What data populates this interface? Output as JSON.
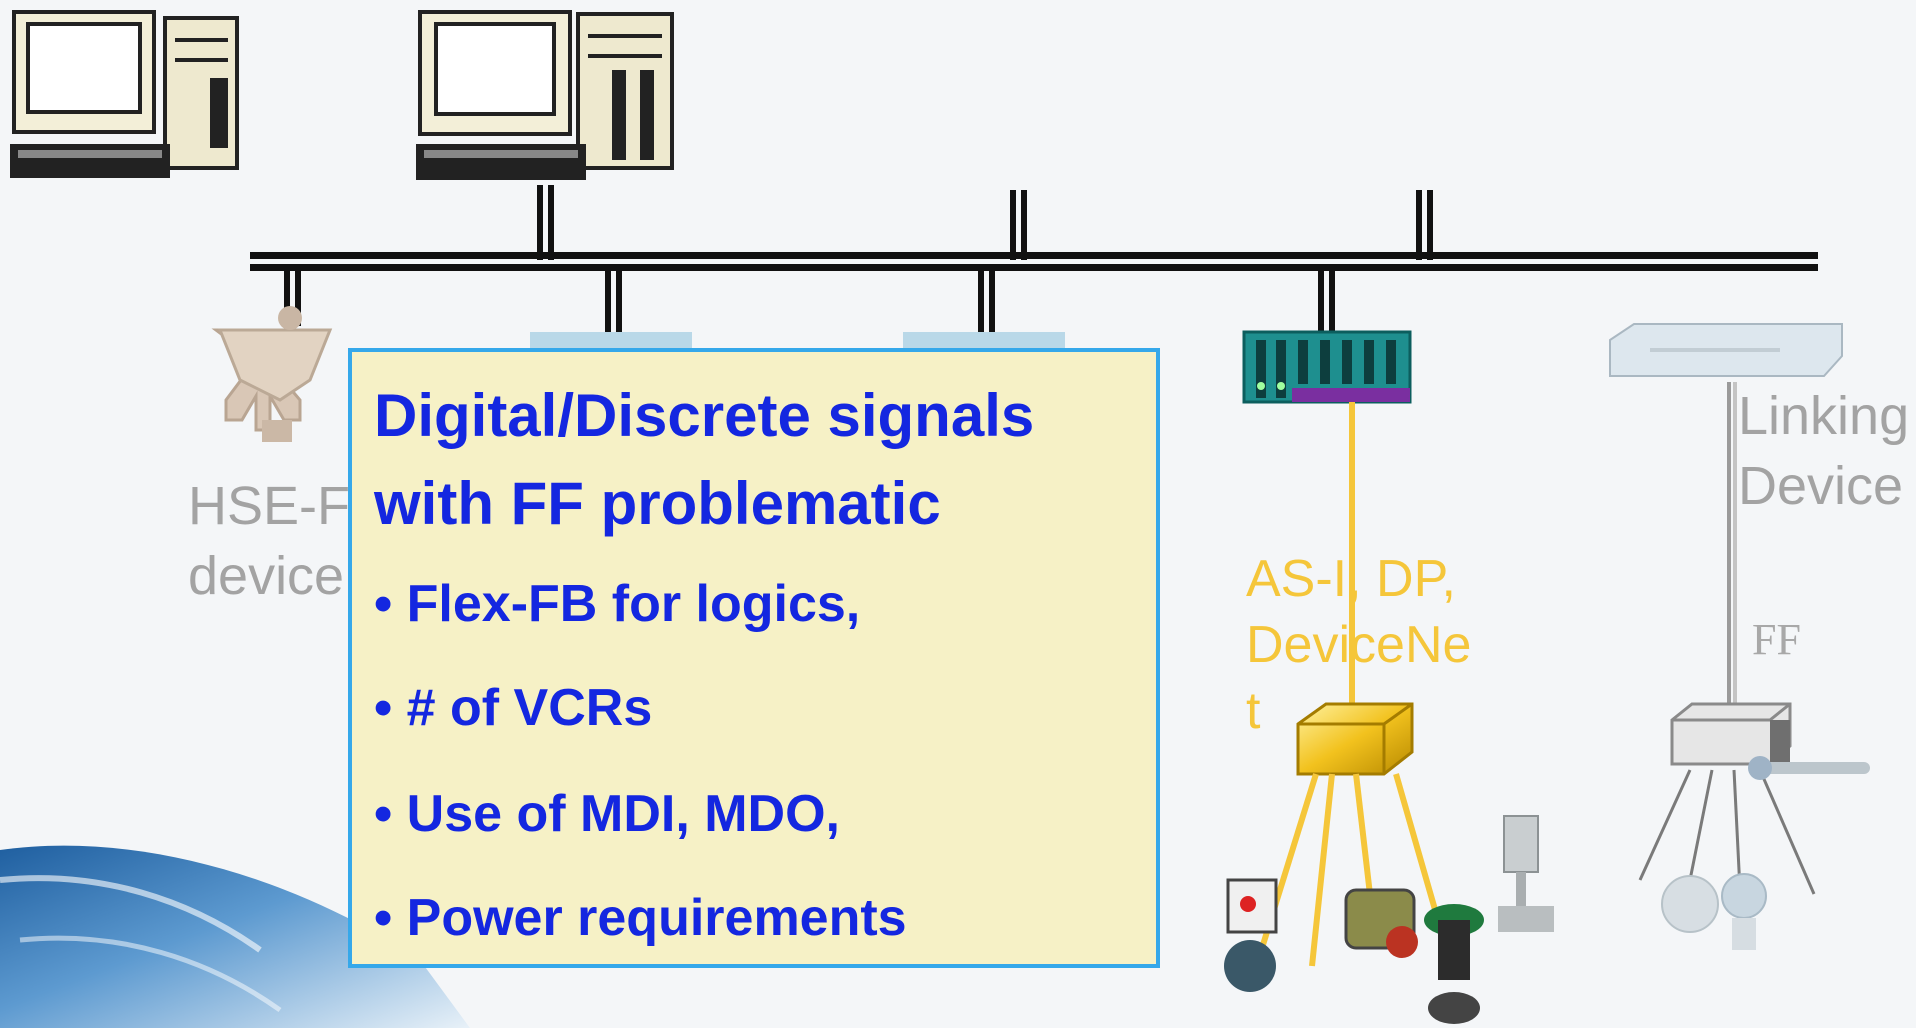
{
  "labels": {
    "hse_device_line1": "HSE-F",
    "hse_device_line2": "device",
    "linking_device_line1": "Linking",
    "linking_device_line2": "Device",
    "asi_line1": "AS-I, DP,",
    "asi_line2": "DeviceNe",
    "asi_line3": "t",
    "ff": "FF"
  },
  "callout": {
    "title_line1": "Digital/Discrete signals",
    "title_line2": "with FF problematic",
    "bullets": [
      "• Flex-FB for logics,",
      "• # of VCRs",
      "• Use of MDI, MDO,",
      "• Power requirements"
    ]
  },
  "colors": {
    "background": "#f4f6f8",
    "callout_fill": "#f6f1c6",
    "callout_border": "#35a8ea",
    "callout_text": "#1427e0",
    "bus_line": "#111111",
    "subnet_line": "#f5c63a",
    "label_gray": "#a3a3a3"
  }
}
